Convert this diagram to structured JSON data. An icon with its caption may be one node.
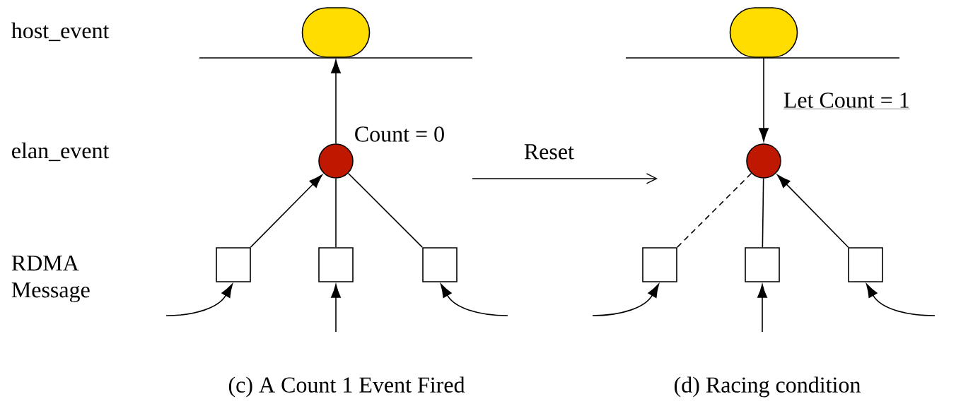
{
  "diagram": {
    "nodes": [
      {
        "text": [],
        "shape": "ellipse"
      },
      {
        "text": [],
        "shape": "circle",
        "beside": [
          "Count = 0"
        ]
      },
      {
        "text": [],
        "shape": "box"
      },
      {
        "text": [],
        "shape": "box"
      },
      {
        "text": [],
        "shape": "box"
      },
      {
        "text": [],
        "shape": "ellipse"
      },
      {
        "text": [],
        "shape": "circle"
      },
      {
        "text": [],
        "shape": "box"
      },
      {
        "text": [],
        "shape": "box"
      },
      {
        "text": [],
        "shape": "box"
      }
    ],
    "edges": [
      {
        "from": 1,
        "to": 0,
        "arrow": "to"
      },
      {
        "from": 2,
        "to": 1,
        "arrow": "to"
      },
      {
        "from": 3,
        "to": 1,
        "arrow": "none"
      },
      {
        "from": 4,
        "to": 1,
        "arrow": "none"
      },
      {
        "from": null,
        "to": 2,
        "arrow": "to"
      },
      {
        "from": null,
        "to": 3,
        "arrow": "to"
      },
      {
        "from": null,
        "to": 4,
        "arrow": "to"
      },
      {
        "from": 5,
        "to": 6,
        "arrow": "to",
        "label": "Let Count = 1"
      },
      {
        "from": 7,
        "to": 6,
        "arrow": "none",
        "style": "dashed"
      },
      {
        "from": 8,
        "to": 6,
        "arrow": "none"
      },
      {
        "from": 9,
        "to": 6,
        "arrow": "to"
      },
      {
        "from": null,
        "to": 7,
        "arrow": "to"
      },
      {
        "from": null,
        "to": 8,
        "arrow": "to"
      },
      {
        "from": null,
        "to": 9,
        "arrow": "to"
      }
    ],
    "labels": [
      "host_event",
      "elan_event",
      "Reset",
      "RDMA Message",
      "(c) A Count 1 Event Fired",
      "(d) Racing condition"
    ]
  }
}
